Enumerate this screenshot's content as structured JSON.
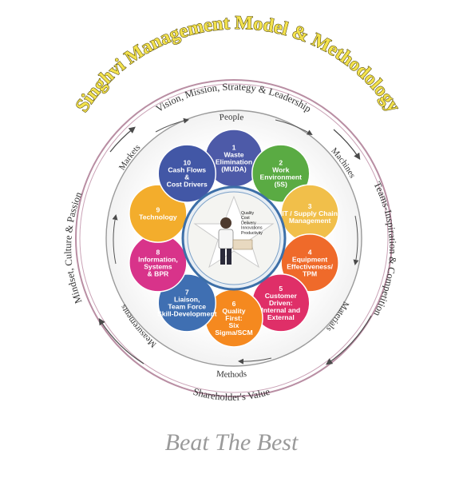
{
  "title": "Singhvi Management Model & Methodology",
  "outer_ring": {
    "top": "Vision, Mission, Strategy & Leadership",
    "right": "Teams-Inspiration & Competition",
    "left": "Mindset, Culture & Passion",
    "bottom": "Shareholder's Value"
  },
  "inner_ring": {
    "people": "People",
    "machines": "Machines",
    "materials": "Materials",
    "methods": "Methods",
    "measurements": "Measurements",
    "markets": "Markets"
  },
  "center": {
    "lines": [
      "Quality",
      "Cost",
      "Delivery",
      "Innovations",
      "Productivity"
    ]
  },
  "petals": [
    {
      "num": "1",
      "lines": [
        "Waste",
        "Elimination",
        "(MUDA)"
      ],
      "color": "#4d5aa8"
    },
    {
      "num": "2",
      "lines": [
        "Work",
        "Environment",
        "(5S)"
      ],
      "color": "#5aab43"
    },
    {
      "num": "3",
      "lines": [
        "IT / Supply Chain",
        "Management"
      ],
      "color": "#f1bf4a"
    },
    {
      "num": "4",
      "lines": [
        "Equipment",
        "Effectiveness/",
        "TPM"
      ],
      "color": "#ef6a2a"
    },
    {
      "num": "5",
      "lines": [
        "Customer",
        "Driven:",
        "Internal and",
        "External"
      ],
      "color": "#df2f68"
    },
    {
      "num": "6",
      "lines": [
        "Quality",
        "First:",
        "Six",
        "Sigma/SCM"
      ],
      "color": "#f5891f"
    },
    {
      "num": "7",
      "lines": [
        "Liaison,",
        "Team Force",
        "Skill-Development"
      ],
      "color": "#3f6fb2"
    },
    {
      "num": "8",
      "lines": [
        "Information,",
        "Systems",
        "& BPR"
      ],
      "color": "#d8338a"
    },
    {
      "num": "9",
      "lines": [
        "Technology"
      ],
      "color": "#f3ad2c"
    },
    {
      "num": "10",
      "lines": [
        "Cash Flows",
        "&",
        "Cost Drivers"
      ],
      "color": "#4257a6"
    }
  ],
  "tagline": "Beat The Best"
}
